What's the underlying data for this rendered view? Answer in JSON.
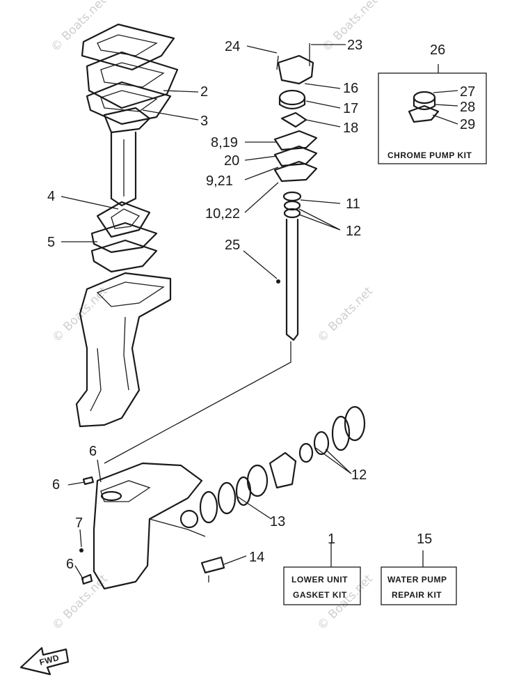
{
  "callouts": {
    "c1": "1",
    "c2": "2",
    "c3": "3",
    "c4": "4",
    "c5": "5",
    "c6a": "6",
    "c6b": "6",
    "c6c": "6",
    "c7": "7",
    "c8_19": "8,19",
    "c9_21": "9,21",
    "c10_22": "10,22",
    "c11": "11",
    "c12a": "12",
    "c12b": "12",
    "c13": "13",
    "c14": "14",
    "c15": "15",
    "c16": "16",
    "c17": "17",
    "c18": "18",
    "c20": "20",
    "c23": "23",
    "c24": "24",
    "c25": "25",
    "c26": "26",
    "c27": "27",
    "c28": "28",
    "c29": "29"
  },
  "kits": {
    "chrome_pump": "CHROME PUMP KIT",
    "lower_unit_line1": "LOWER UNIT",
    "lower_unit_line2": "GASKET KIT",
    "water_pump_line1": "WATER PUMP",
    "water_pump_line2": "REPAIR KIT"
  },
  "direction_arrow": "FWD",
  "watermark": "© Boats.net",
  "colors": {
    "ink": "#1a1a1a",
    "watermark": "#cfcfcf",
    "background": "#ffffff"
  }
}
